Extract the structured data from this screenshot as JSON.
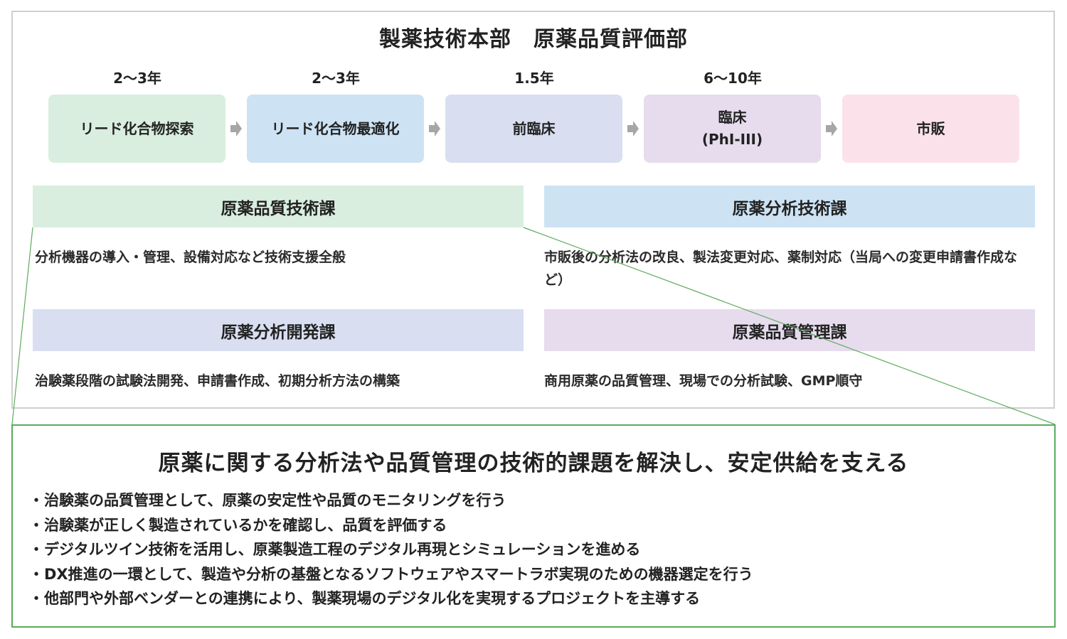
{
  "header": {
    "title": "製薬技術本部　原薬品質評価部"
  },
  "pipeline": {
    "durations": [
      "2～3年",
      "2～3年",
      "1.5年",
      "6～10年"
    ],
    "stages": [
      {
        "label": "リード化合物探索",
        "color": "#d9eedf"
      },
      {
        "label": "リード化合物最適化",
        "color": "#cde3f4"
      },
      {
        "label": "前臨床",
        "color": "#d9dff1"
      },
      {
        "label": "臨床\n(PhI-III)",
        "color": "#e6dced"
      },
      {
        "label": "市販",
        "color": "#fbe2ea"
      }
    ],
    "arrow_color": "#a6a6a6"
  },
  "sections": [
    {
      "title": "原薬品質技術課",
      "color": "#d9eedf",
      "description": "分析機器の導入・管理、設備対応など技術支援全般"
    },
    {
      "title": "原薬分析技術課",
      "color": "#cde3f4",
      "description": "市販後の分析法の改良、製法変更対応、薬制対応（当局への変更申請書作成など）"
    },
    {
      "title": "原薬分析開発課",
      "color": "#d9dff1",
      "description": "治験薬段階の試験法開発、申請書作成、初期分析方法の構築"
    },
    {
      "title": "原薬品質管理課",
      "color": "#e6dced",
      "description": "商用原薬の品質管理、現場での分析試験、GMP順守"
    }
  ],
  "detail": {
    "title": "原薬に関する分析法や品質管理の技術的課題を解決し、安定供給を支える",
    "bullet_marker": "・",
    "bullets": [
      "治験薬の品質管理として、原薬の安定性や品質のモニタリングを行う",
      "治験薬が正しく製造されているかを確認し、品質を評価する",
      "デジタルツイン技術を活用し、原薬製造工程のデジタル再現とシミュレーションを進める",
      "DX推進の一環として、製造や分析の基盤となるソフトウェアやスマートラボ実現のための機器選定を行う",
      "他部門や外部ベンダーとの連携により、製薬現場のデジタル化を実現するプロジェクトを主導する"
    ],
    "border_color": "#5daa5f"
  }
}
